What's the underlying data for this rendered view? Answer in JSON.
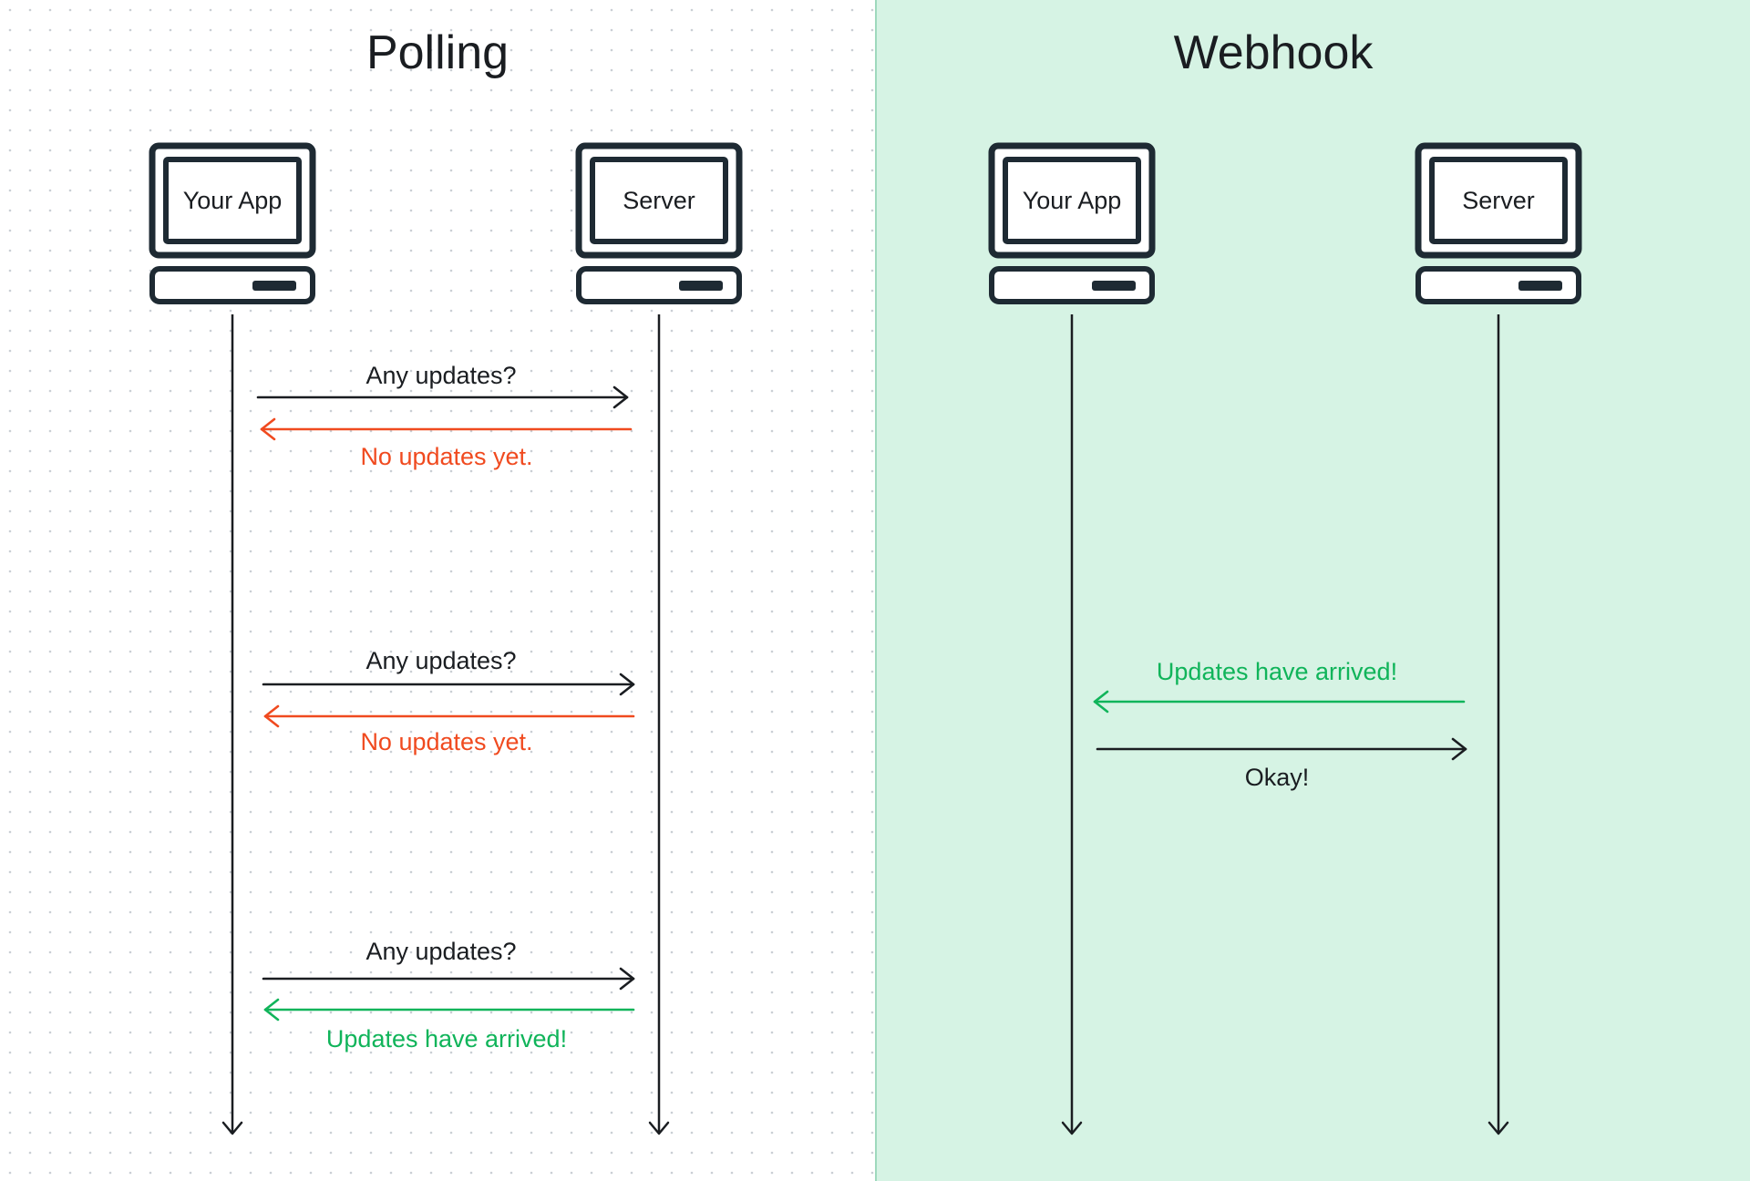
{
  "colors": {
    "polling_bg": "#ffffff",
    "grid_dot": "#c9ced4",
    "webhook_bg": "#d6f3e4",
    "divider": "#9ed9bd",
    "ink": "#1a1d21",
    "device_stroke": "#1e2a33",
    "device_fill": "#ffffff",
    "error": "#f04a1f",
    "success": "#10b45a"
  },
  "polling": {
    "title": "Polling",
    "devices": [
      {
        "label": "Your App",
        "icon": "computer-icon"
      },
      {
        "label": "Server",
        "icon": "computer-icon"
      }
    ],
    "messages": [
      {
        "label": "Any updates?",
        "direction": "app-to-server",
        "status": "neutral"
      },
      {
        "label": "No updates yet.",
        "direction": "server-to-app",
        "status": "error"
      },
      {
        "label": "Any updates?",
        "direction": "app-to-server",
        "status": "neutral"
      },
      {
        "label": "No updates yet.",
        "direction": "server-to-app",
        "status": "error"
      },
      {
        "label": "Any updates?",
        "direction": "app-to-server",
        "status": "neutral"
      },
      {
        "label": "Updates have arrived!",
        "direction": "server-to-app",
        "status": "success"
      }
    ]
  },
  "webhook": {
    "title": "Webhook",
    "devices": [
      {
        "label": "Your App",
        "icon": "computer-icon"
      },
      {
        "label": "Server",
        "icon": "computer-icon"
      }
    ],
    "messages": [
      {
        "label": "Updates have arrived!",
        "direction": "server-to-app",
        "status": "success"
      },
      {
        "label": "Okay!",
        "direction": "app-to-server",
        "status": "neutral"
      }
    ]
  }
}
